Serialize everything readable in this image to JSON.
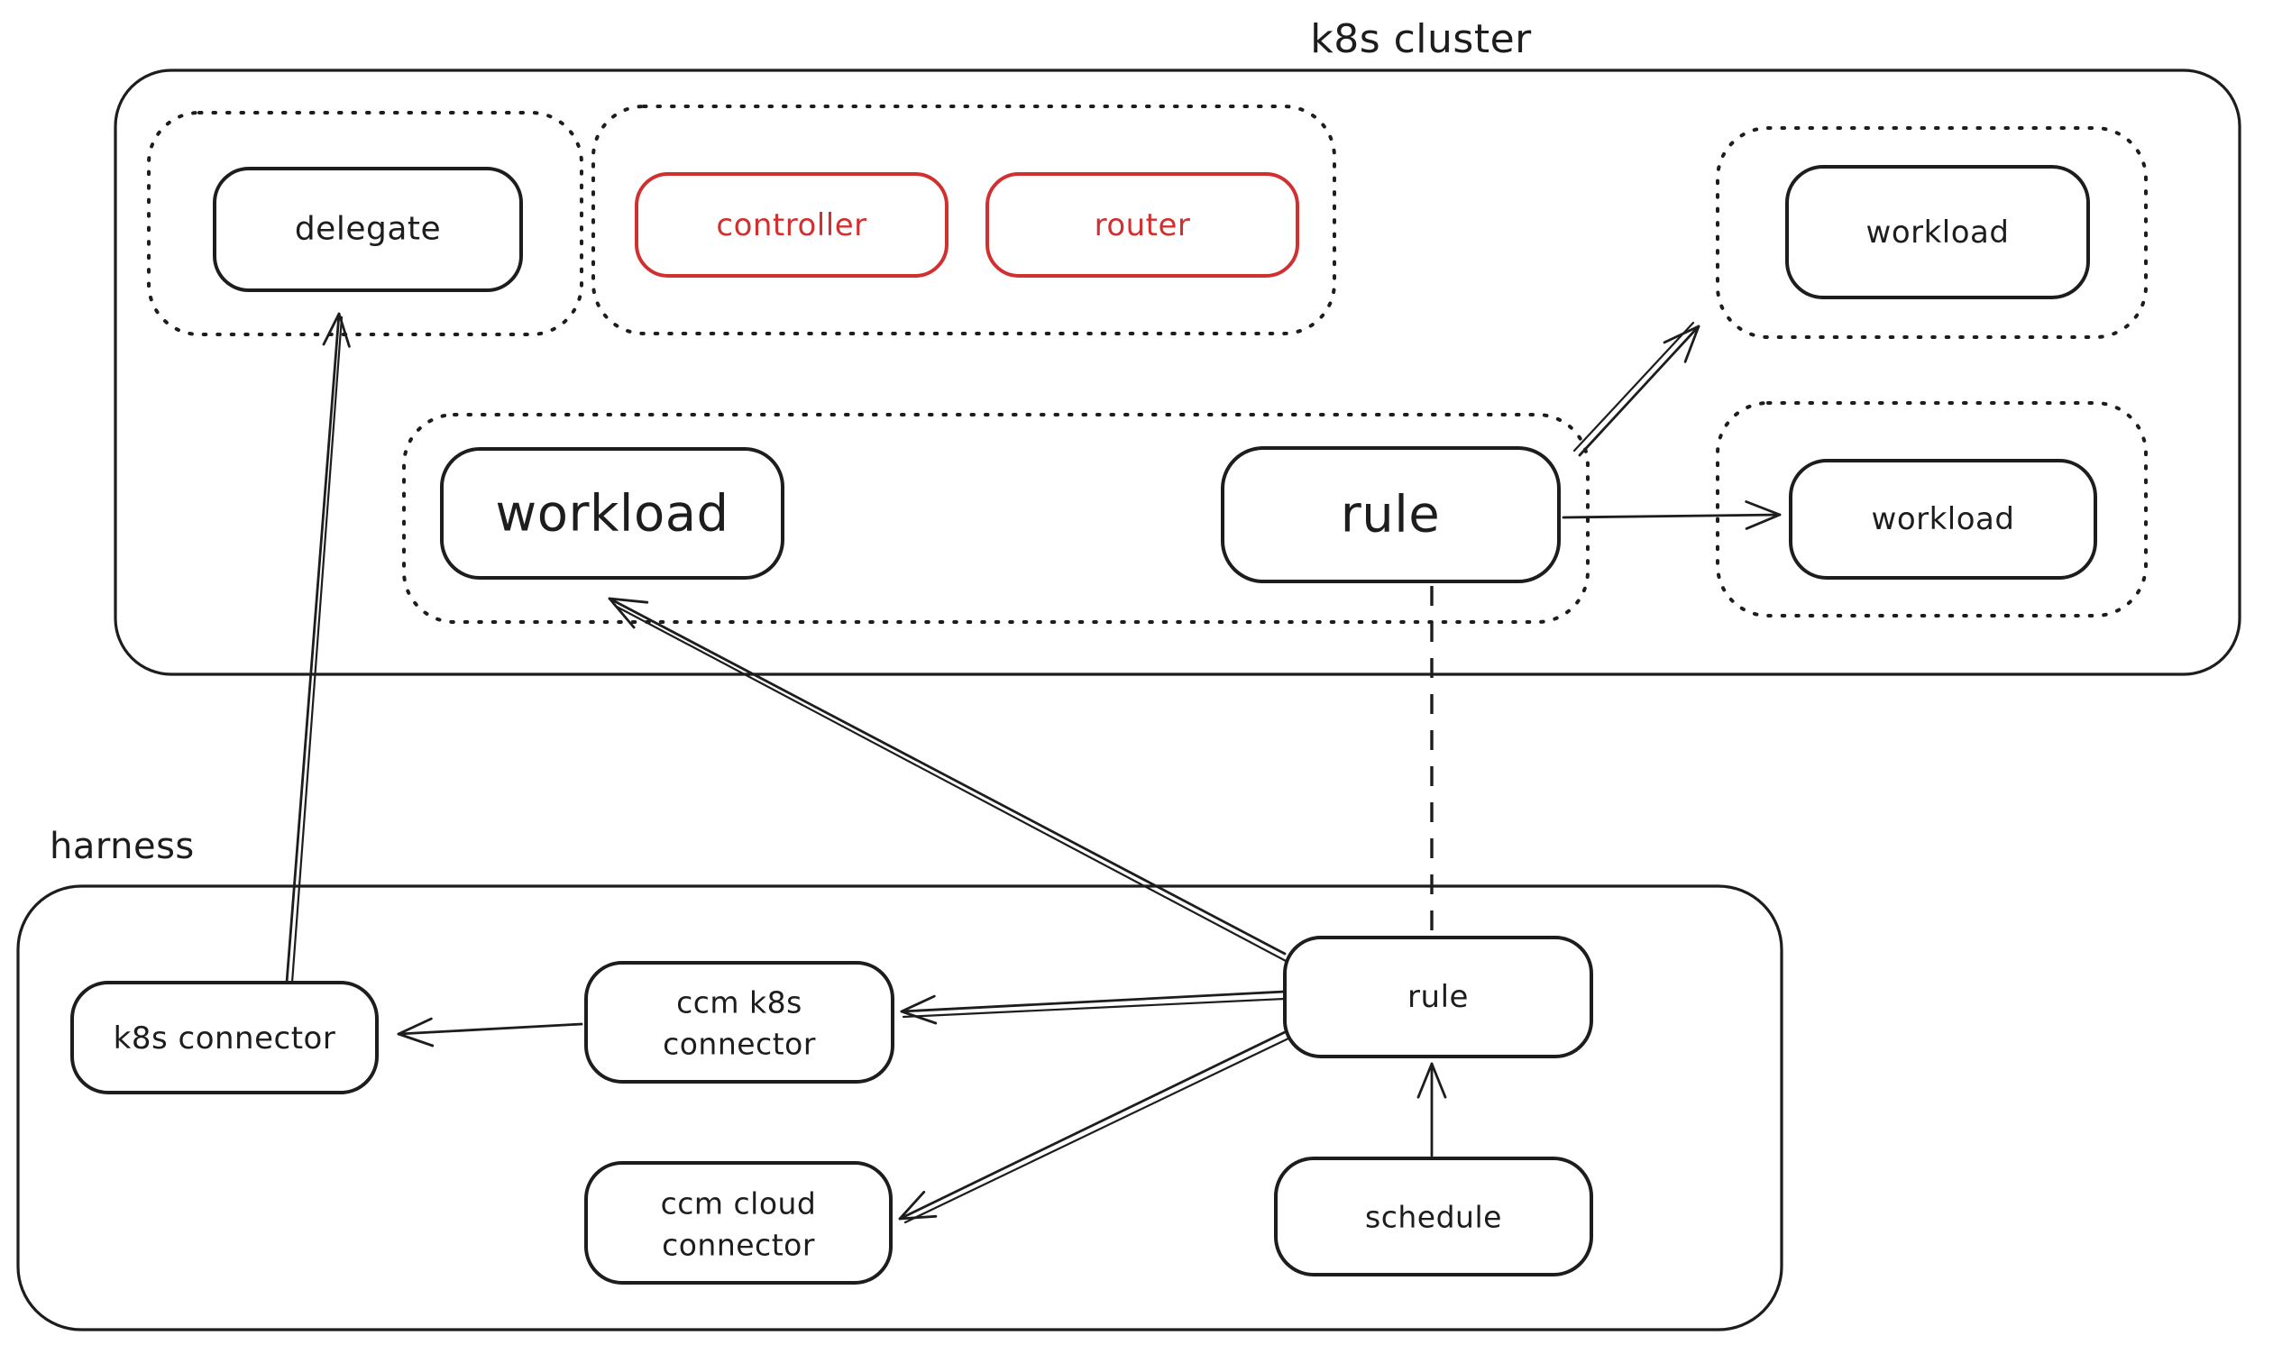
{
  "diagram": {
    "title": "k8s cluster",
    "harness_label": "harness",
    "colors": {
      "stroke": "#1d1d1d",
      "red_accent": "#d13030",
      "background": "#ffffff"
    },
    "clusters": {
      "k8s_cluster": {
        "label": "k8s cluster"
      },
      "harness": {
        "label": "harness"
      }
    },
    "nodes": {
      "delegate": {
        "label": "delegate"
      },
      "controller": {
        "label": "controller"
      },
      "router": {
        "label": "router"
      },
      "workload_top_right": {
        "label": "workload"
      },
      "workload_main": {
        "label": "workload"
      },
      "rule_k8s": {
        "label": "rule"
      },
      "workload_right": {
        "label": "workload"
      },
      "k8s_connector": {
        "label": "k8s connector"
      },
      "ccm_k8s_connector": {
        "label": "ccm k8s connector",
        "line1": "ccm k8s",
        "line2": "connector"
      },
      "ccm_cloud_connector": {
        "label": "ccm cloud connector",
        "line1": "ccm cloud",
        "line2": "connector"
      },
      "rule_harness": {
        "label": "rule"
      },
      "schedule": {
        "label": "schedule"
      }
    },
    "edges": [
      {
        "from": "k8s_connector",
        "to": "delegate",
        "type": "arrow"
      },
      {
        "from": "rule_harness",
        "to": "workload_main",
        "type": "arrow"
      },
      {
        "from": "rule_harness",
        "to": "ccm_k8s_connector",
        "type": "arrow"
      },
      {
        "from": "rule_harness",
        "to": "ccm_cloud_connector",
        "type": "arrow"
      },
      {
        "from": "ccm_k8s_connector",
        "to": "k8s_connector",
        "type": "arrow"
      },
      {
        "from": "schedule",
        "to": "rule_harness",
        "type": "arrow"
      },
      {
        "from": "rule_k8s",
        "to": "workload_top_right",
        "type": "arrow"
      },
      {
        "from": "rule_k8s",
        "to": "workload_right",
        "type": "arrow"
      },
      {
        "from": "rule_harness",
        "to": "rule_k8s",
        "type": "dashed-line"
      }
    ]
  }
}
